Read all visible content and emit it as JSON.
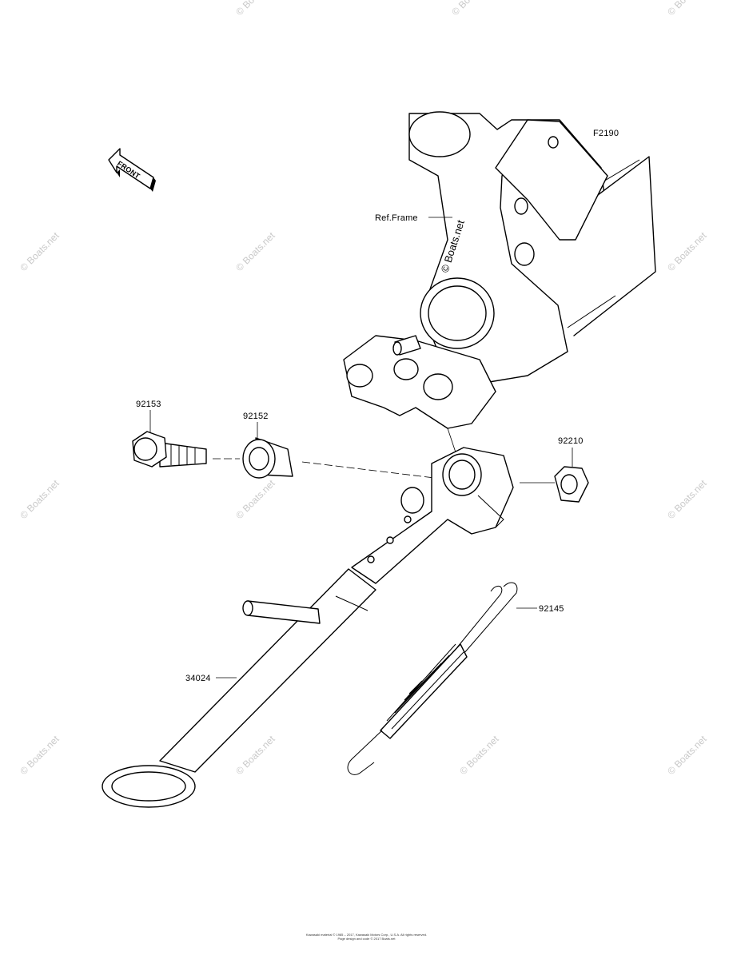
{
  "diagram": {
    "front_label": "FRONT",
    "ref_figure": "F2190",
    "ref_frame": "Ref.Frame",
    "watermark": "© Boats.net",
    "parts": {
      "bolt": "92153",
      "collar": "92152",
      "nut": "92210",
      "spring": "92145",
      "stand": "34024"
    }
  },
  "footer": {
    "line1": "Kawasaki material © 1985 – 2017, Kawasaki Motors Corp., U.S.A. All rights reserved.",
    "line2": "Page design and code © 2017 Boats.net"
  },
  "colors": {
    "line": "#000000",
    "watermark": "#c9c9c9",
    "background": "#ffffff"
  }
}
